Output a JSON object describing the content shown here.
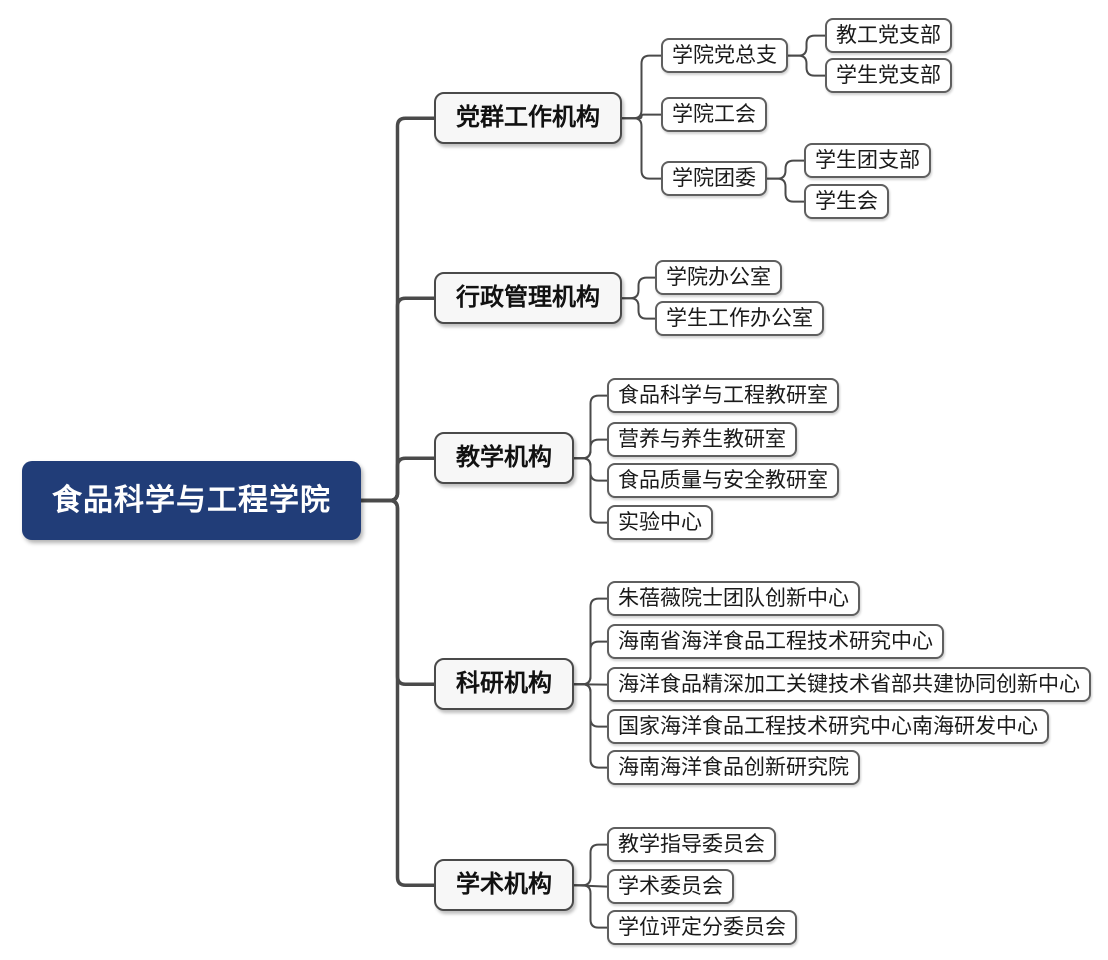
{
  "colors": {
    "root_bg": "#213d78",
    "root_text": "#ffffff",
    "branch_bg": "#f7f7f7",
    "branch_border": "#4a4a4a",
    "leaf_bg": "#ffffff",
    "leaf_border": "#5f5f5f",
    "connector": "#4a4a4a"
  },
  "tree": {
    "root": {
      "label": "食品科学与工程学院"
    },
    "branches": [
      {
        "label": "党群工作机构",
        "children": [
          {
            "label": "学院党总支",
            "children": [
              {
                "label": "教工党支部"
              },
              {
                "label": "学生党支部"
              }
            ]
          },
          {
            "label": "学院工会"
          },
          {
            "label": "学院团委",
            "children": [
              {
                "label": "学生团支部"
              },
              {
                "label": "学生会"
              }
            ]
          }
        ]
      },
      {
        "label": "行政管理机构",
        "children": [
          {
            "label": "学院办公室"
          },
          {
            "label": "学生工作办公室"
          }
        ]
      },
      {
        "label": "教学机构",
        "children": [
          {
            "label": "食品科学与工程教研室"
          },
          {
            "label": "营养与养生教研室"
          },
          {
            "label": "食品质量与安全教研室"
          },
          {
            "label": "实验中心"
          }
        ]
      },
      {
        "label": "科研机构",
        "children": [
          {
            "label": "朱蓓薇院士团队创新中心"
          },
          {
            "label": "海南省海洋食品工程技术研究中心"
          },
          {
            "label": "海洋食品精深加工关键技术省部共建协同创新中心"
          },
          {
            "label": "国家海洋食品工程技术研究中心南海研发中心"
          },
          {
            "label": "海南海洋食品创新研究院"
          }
        ]
      },
      {
        "label": "学术机构",
        "children": [
          {
            "label": "教学指导委员会"
          },
          {
            "label": "学术委员会"
          },
          {
            "label": "学位评定分委员会"
          }
        ]
      }
    ]
  }
}
